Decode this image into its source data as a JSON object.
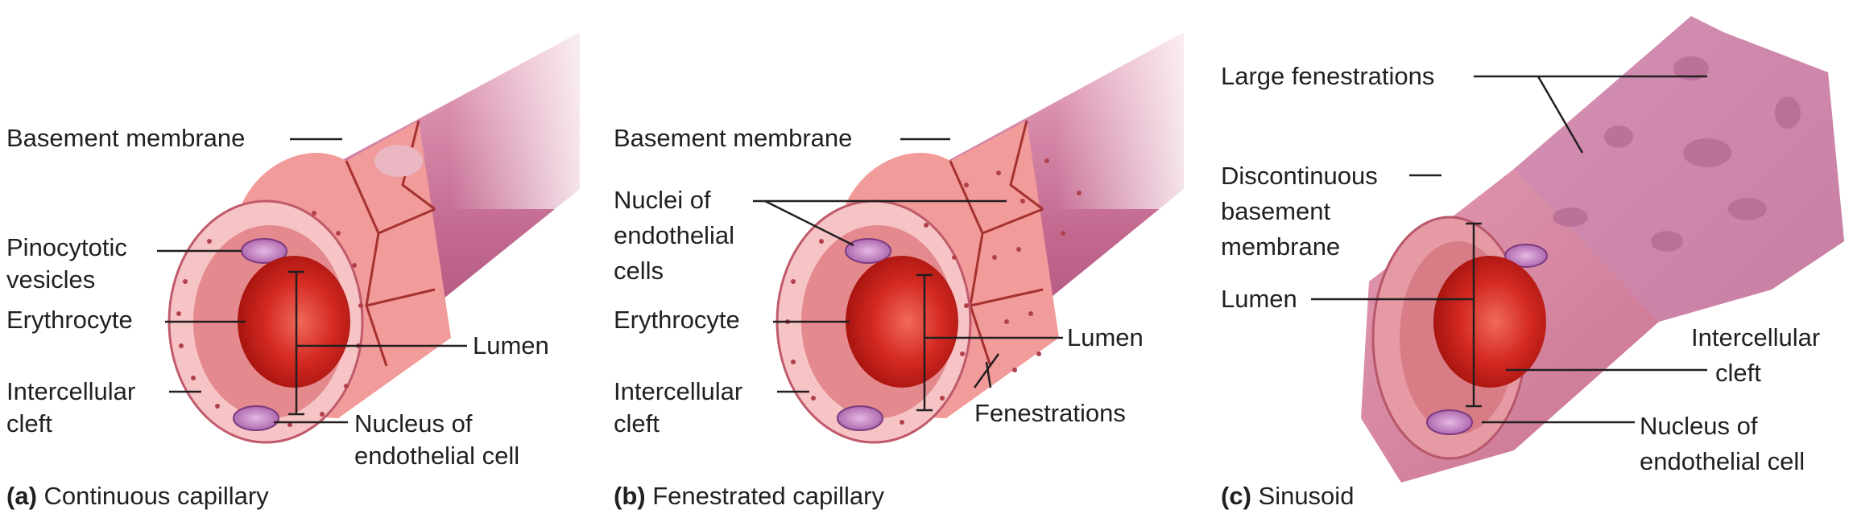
{
  "colors": {
    "tube_outer": "#c76b92",
    "tube_inner": "#f3b3b8",
    "endothelium": "#f29b9b",
    "cell_border": "#a4322f",
    "erythrocyte": "#d42a22",
    "nucleus": "#c889c4",
    "leader": "#231f20"
  },
  "panels": {
    "a": {
      "caption_letter": "(a)",
      "caption_text": "Continuous capillary",
      "labels": {
        "basement": "Basement membrane",
        "pinocytotic_1": "Pinocytotic",
        "pinocytotic_2": "vesicles",
        "erythrocyte": "Erythrocyte",
        "intercellular_1": "Intercellular",
        "intercellular_2": "cleft",
        "lumen": "Lumen",
        "nucleus_1": "Nucleus of",
        "nucleus_2": "endothelial cell"
      }
    },
    "b": {
      "caption_letter": "(b)",
      "caption_text": "Fenestrated capillary",
      "labels": {
        "basement": "Basement membrane",
        "nuclei_1": "Nuclei of",
        "nuclei_2": "endothelial",
        "nuclei_3": "cells",
        "erythrocyte": "Erythrocyte",
        "intercellular_1": "Intercellular",
        "intercellular_2": "cleft",
        "lumen": "Lumen",
        "fenestrations": "Fenestrations"
      }
    },
    "c": {
      "caption_letter": "(c)",
      "caption_text": "Sinusoid",
      "labels": {
        "large_fen": "Large fenestrations",
        "discontinuous_1": "Discontinuous",
        "discontinuous_2": "basement",
        "discontinuous_3": "membrane",
        "lumen": "Lumen",
        "intercellular_1": "Intercellular",
        "intercellular_2": "cleft",
        "nucleus_1": "Nucleus of",
        "nucleus_2": "endothelial cell"
      }
    }
  }
}
